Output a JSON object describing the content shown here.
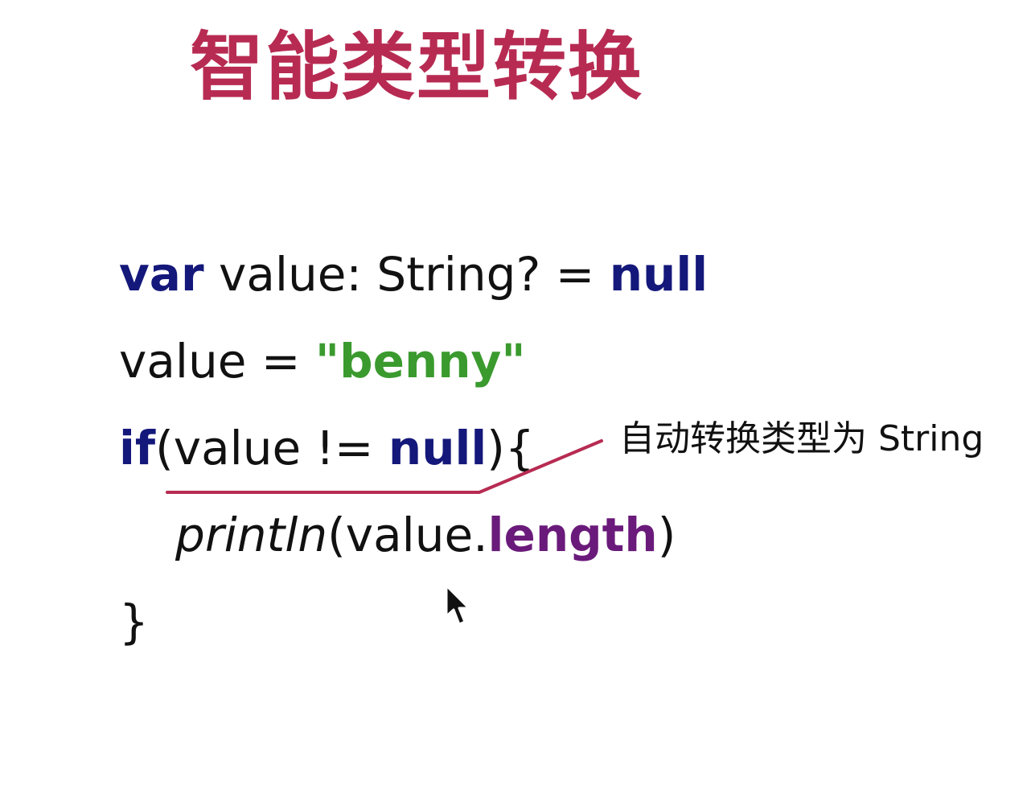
{
  "title": "智能类型转换",
  "colors": {
    "title": "#b72b52",
    "keyword": "#14187a",
    "string": "#3a9a2e",
    "property": "#6a1a7a",
    "text": "#111111",
    "annotation_line": "#b72b52"
  },
  "code": {
    "line1": {
      "kw_var": "var",
      "mid": " value: String? = ",
      "kw_null": "null"
    },
    "line2": {
      "prefix": "value = ",
      "str": "\"benny\""
    },
    "line3": {
      "kw_if": "if",
      "mid": "(value != ",
      "kw_null": "null",
      "suffix": "){"
    },
    "line4": {
      "fn": "println",
      "mid": "(value.",
      "prop": "length",
      "suffix": ")"
    },
    "line5": {
      "brace": "}"
    }
  },
  "annotation": {
    "text": "自动转换类型为 String"
  },
  "icons": {
    "cursor": "mouse-pointer-icon"
  }
}
